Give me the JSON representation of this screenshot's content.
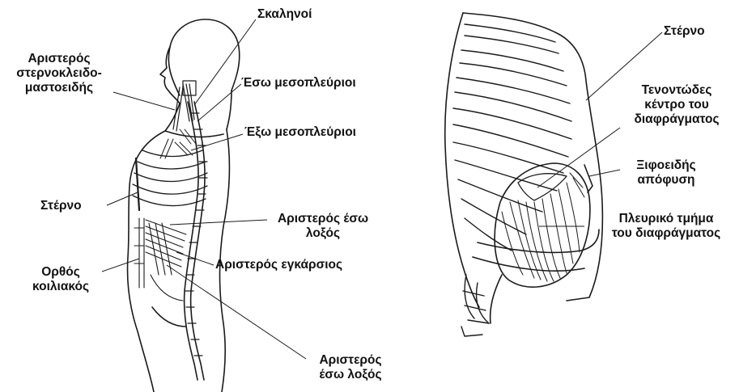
{
  "left_panel": {
    "labels": {
      "scalenes": "Σκαληνοί",
      "scm_1": "Αριστερός",
      "scm_2": "στερνοκλειδο-",
      "scm_3": "μαστοειδής",
      "internal_intercostals": "Έσω μεσοπλεύριοι",
      "external_intercostals": "Έξω μεσοπλεύριοι",
      "sternum": "Στέρνο",
      "internal_oblique_1": "Αριστερός έσω",
      "internal_oblique_2": "λοξός",
      "transversus": "Αριστερός εγκάρσιος",
      "rectus_1": "Ορθός",
      "rectus_2": "κοιλιακός",
      "external_oblique_1": "Αριστερός",
      "external_oblique_2": "έσω λοξός"
    }
  },
  "right_panel": {
    "labels": {
      "sternum": "Στέρνο",
      "central_tendon_1": "Τενοντώδες",
      "central_tendon_2": "κέντρο του",
      "central_tendon_3": "διαφράγματος",
      "xiphoid_1": "Ξιφοειδής",
      "xiphoid_2": "απόφυση",
      "costal_1": "Πλευρικό τμήμα",
      "costal_2": "του διαφράγματος"
    }
  },
  "colors": {
    "line": "#1a1a1a",
    "background": "#ffffff"
  }
}
